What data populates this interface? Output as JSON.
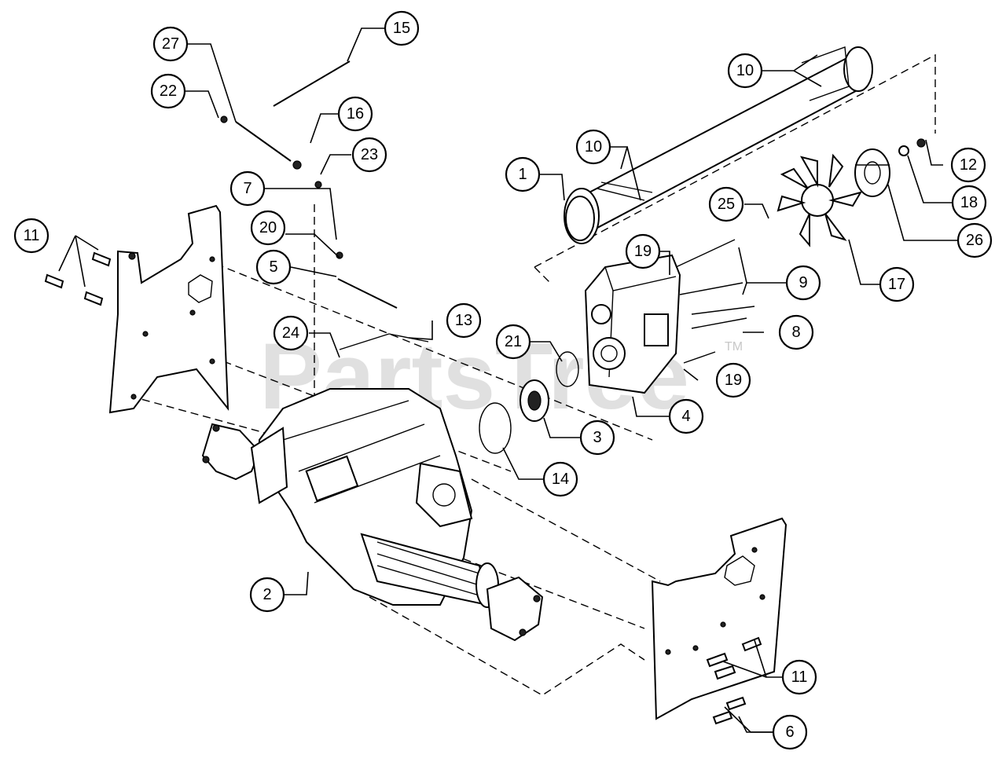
{
  "watermark": {
    "text": "PartsTree",
    "tm": "TM"
  },
  "callouts": [
    "1",
    "2",
    "3",
    "4",
    "5",
    "6",
    "7",
    "8",
    "9",
    "10",
    "10",
    "11",
    "11",
    "12",
    "13",
    "14",
    "15",
    "16",
    "17",
    "18",
    "19",
    "19",
    "20",
    "21",
    "22",
    "23",
    "24",
    "25",
    "26",
    "27"
  ]
}
